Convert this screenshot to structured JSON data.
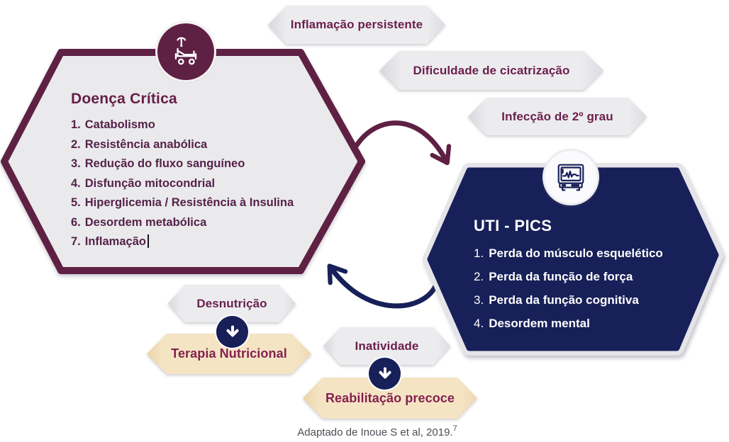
{
  "colors": {
    "maroon": "#5E2144",
    "navy": "#172058",
    "light_gray_fill": "#EAEAEC",
    "tan": "#F5E3C2",
    "pill_text_maroon": "#6B1F4C",
    "tan_text_maroon": "#84214F",
    "white": "#FFFFFF",
    "caption_gray": "#4C4C57"
  },
  "top_banners": [
    {
      "label": "Inflamação persistente"
    },
    {
      "label": "Dificuldade de cicatrização"
    },
    {
      "label": "Infecção de 2º grau"
    }
  ],
  "left_hexagon": {
    "icon": "hospital-bed-icon",
    "title": "Doença Crítica",
    "items": [
      "Catabolismo",
      "Resistência anabólica",
      "Redução do fluxo sanguíneo",
      "Disfunção mitocondrial",
      "Hiperglicemia / Resistência à Insulina",
      "Desordem metabólica",
      "Inflamação"
    ]
  },
  "right_hexagon": {
    "icon": "patient-monitor-icon",
    "title": "UTI - PICS",
    "items": [
      "Perda do músculo esquelético",
      "Perda da função de força",
      "Perda da função cognitiva",
      "Desordem mental"
    ]
  },
  "bottom_flows": [
    {
      "cause": "Desnutrição",
      "intervention": "Terapia Nutricional"
    },
    {
      "cause": "Inatividade",
      "intervention": "Reabilitação precoce"
    }
  ],
  "caption": {
    "text": "Adaptado de Inoue S et al, 2019.",
    "reference": "7"
  }
}
